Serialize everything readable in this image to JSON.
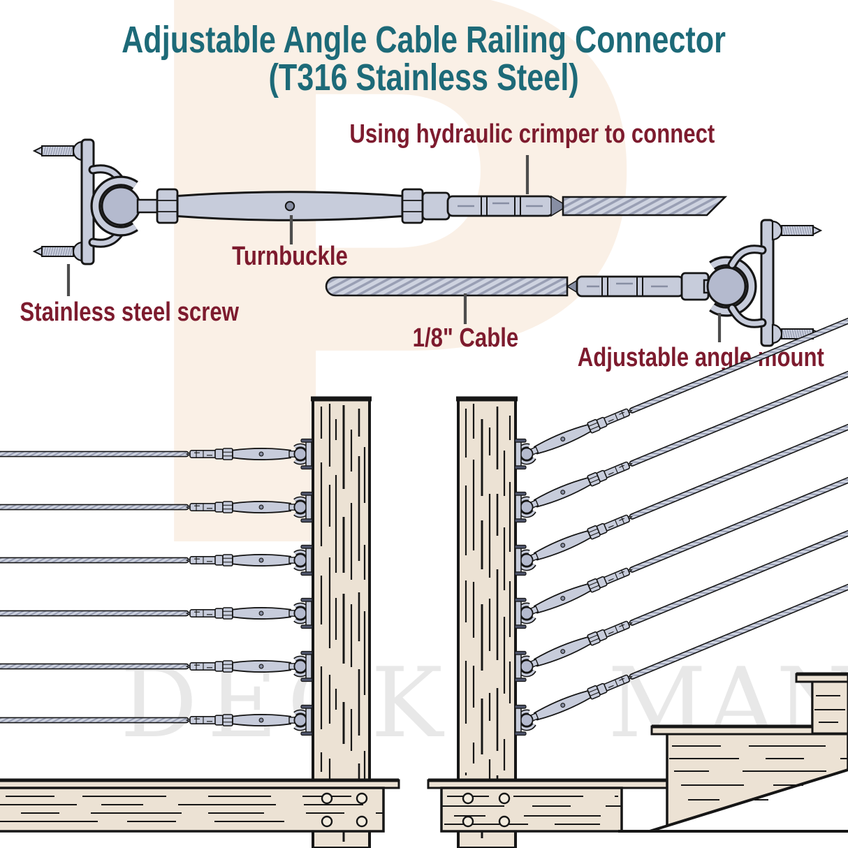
{
  "title": {
    "line1": "Adjustable Angle Cable Railing Connector",
    "line2": "(T316 Stainless Steel)"
  },
  "callouts": {
    "crimper": "Using hydraulic crimper to connect",
    "turnbuckle": "Turnbuckle",
    "screw": "Stainless steel screw",
    "cable": "1/8\" Cable",
    "mount": "Adjustable angle mount"
  },
  "watermark": {
    "brand_letter": "P",
    "word1": "DECK",
    "word2": "MAN"
  },
  "scene": {
    "left_section": "level cable railing on wood post",
    "right_section": "stair cable railing on wood post",
    "cables_per_post": 6
  },
  "colors": {
    "teal": "#1d6a78",
    "maroon": "#7d1b2e",
    "ink": "#161616",
    "metal": "#c7ccdb",
    "metal2": "#b4bace",
    "metaldark": "#878ea3",
    "cableA": "#ced3e0",
    "cableB": "#999fb4",
    "wood": "#ece2d4",
    "peach": "#faf0e6",
    "wm": "#e8e8e8",
    "pointer": "#4d4d4d",
    "tickc": "#4f556b"
  }
}
